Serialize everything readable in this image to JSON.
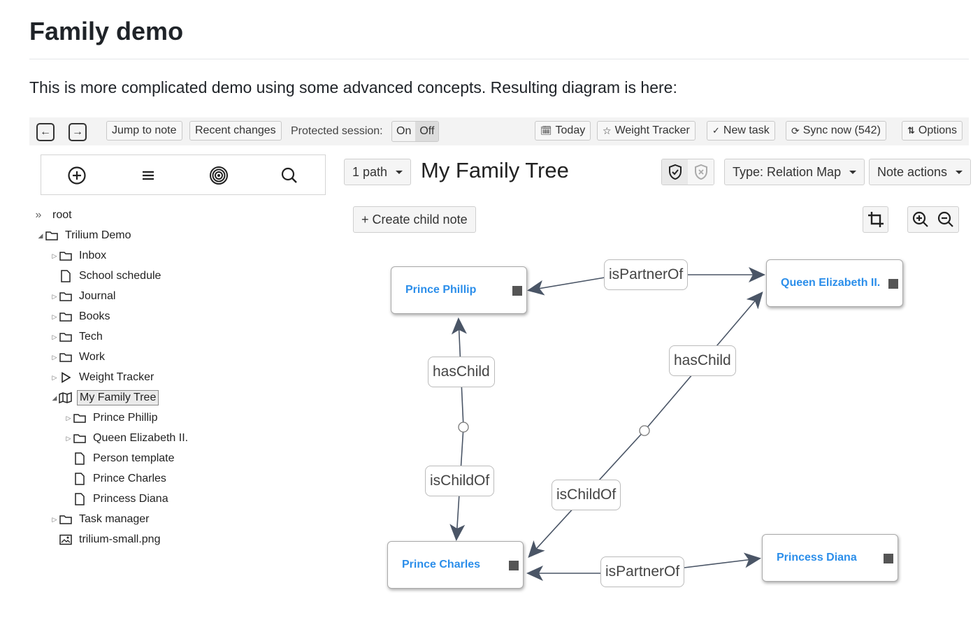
{
  "heading": "Family demo",
  "intro": "This is more complicated demo using some advanced concepts. Resulting diagram is here:",
  "topbar": {
    "jump": "Jump to note",
    "recent": "Recent changes",
    "protected_label": "Protected session:",
    "on": "On",
    "off": "Off",
    "today": "Today",
    "weight": "Weight Tracker",
    "newtask": "New task",
    "sync": "Sync now (542)",
    "options": "Options"
  },
  "tree": {
    "root": "root",
    "trilium_demo": "Trilium Demo",
    "inbox": "Inbox",
    "school": "School schedule",
    "journal": "Journal",
    "books": "Books",
    "tech": "Tech",
    "work": "Work",
    "weight": "Weight Tracker",
    "family": "My Family Tree",
    "phillip": "Prince Phillip",
    "elizabeth": "Queen Elizabeth II.",
    "person": "Person template",
    "charles": "Prince Charles",
    "diana": "Princess Diana",
    "task": "Task manager",
    "png": "trilium-small.png"
  },
  "note": {
    "path": "1 path",
    "title": "My Family Tree",
    "type": "Type: Relation Map",
    "actions": "Note actions",
    "create_child": "+ Create child note"
  },
  "map": {
    "nodes": {
      "phillip": "Prince Phillip",
      "elizabeth": "Queen Elizabeth II.",
      "charles": "Prince Charles",
      "diana": "Princess Diana"
    },
    "relations": {
      "partner1": "isPartnerOf",
      "haschild1": "hasChild",
      "haschild2": "hasChild",
      "ischild1": "isChildOf",
      "ischild2": "isChildOf",
      "partner2": "isPartnerOf"
    }
  },
  "colors": {
    "node_label": "#2b8eea",
    "edge": "#4a5566"
  }
}
